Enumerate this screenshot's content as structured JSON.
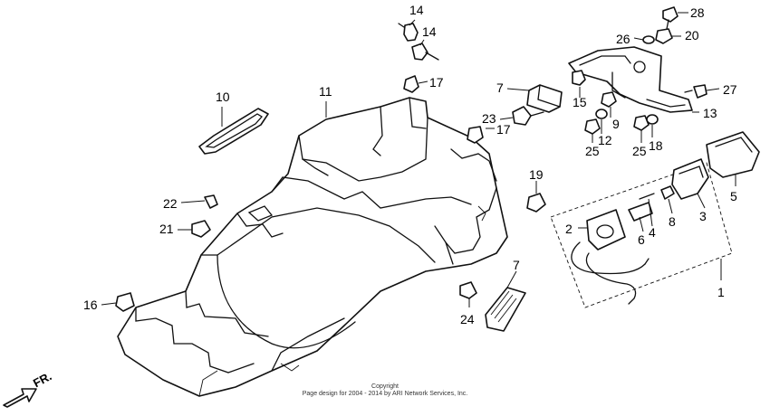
{
  "callouts": [
    {
      "n": "1"
    },
    {
      "n": "2"
    },
    {
      "n": "3"
    },
    {
      "n": "4"
    },
    {
      "n": "5"
    },
    {
      "n": "6"
    },
    {
      "n": "7"
    },
    {
      "n": "7"
    },
    {
      "n": "8"
    },
    {
      "n": "9"
    },
    {
      "n": "10"
    },
    {
      "n": "11"
    },
    {
      "n": "12"
    },
    {
      "n": "13"
    },
    {
      "n": "14"
    },
    {
      "n": "14"
    },
    {
      "n": "15"
    },
    {
      "n": "16"
    },
    {
      "n": "17"
    },
    {
      "n": "17"
    },
    {
      "n": "18"
    },
    {
      "n": "19"
    },
    {
      "n": "20"
    },
    {
      "n": "21"
    },
    {
      "n": "22"
    },
    {
      "n": "23"
    },
    {
      "n": "24"
    },
    {
      "n": "25"
    },
    {
      "n": "25"
    },
    {
      "n": "26"
    },
    {
      "n": "27"
    },
    {
      "n": "28"
    }
  ],
  "direction_label": "FR.",
  "copyright_line1": "Copyright",
  "copyright_line2": "Page design for 2004 - 2014 by ARI Network Services, Inc."
}
